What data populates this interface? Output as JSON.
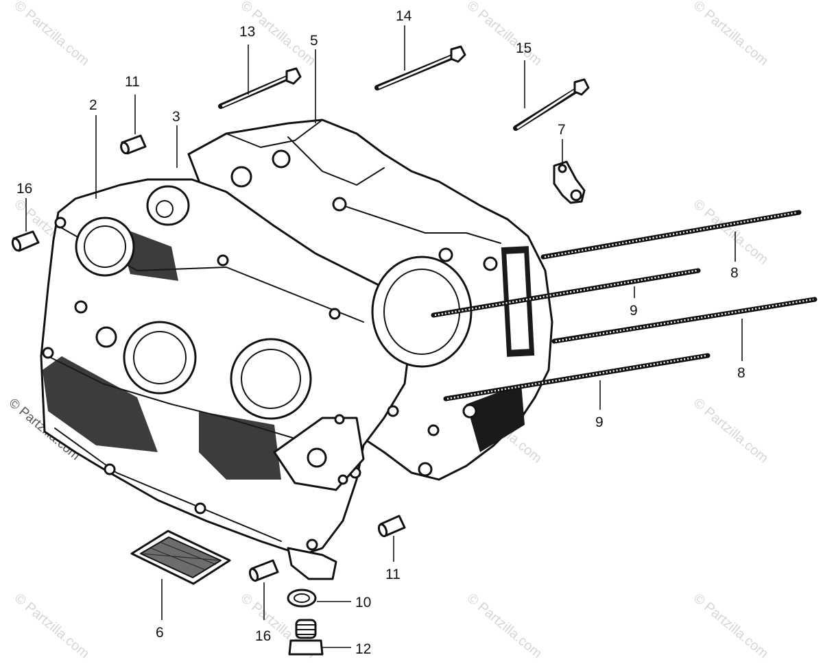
{
  "watermark": {
    "text": "© Partzilla.com"
  },
  "callouts": [
    {
      "id": "c2",
      "label": "2"
    },
    {
      "id": "c3",
      "label": "3"
    },
    {
      "id": "c5",
      "label": "5"
    },
    {
      "id": "c6",
      "label": "6"
    },
    {
      "id": "c7",
      "label": "7"
    },
    {
      "id": "c8a",
      "label": "8"
    },
    {
      "id": "c8b",
      "label": "8"
    },
    {
      "id": "c9a",
      "label": "9"
    },
    {
      "id": "c9b",
      "label": "9"
    },
    {
      "id": "c10",
      "label": "10"
    },
    {
      "id": "c11a",
      "label": "11"
    },
    {
      "id": "c11b",
      "label": "11"
    },
    {
      "id": "c12",
      "label": "12"
    },
    {
      "id": "c13",
      "label": "13"
    },
    {
      "id": "c14",
      "label": "14"
    },
    {
      "id": "c15",
      "label": "15"
    },
    {
      "id": "c16a",
      "label": "16"
    },
    {
      "id": "c16b",
      "label": "16"
    }
  ]
}
